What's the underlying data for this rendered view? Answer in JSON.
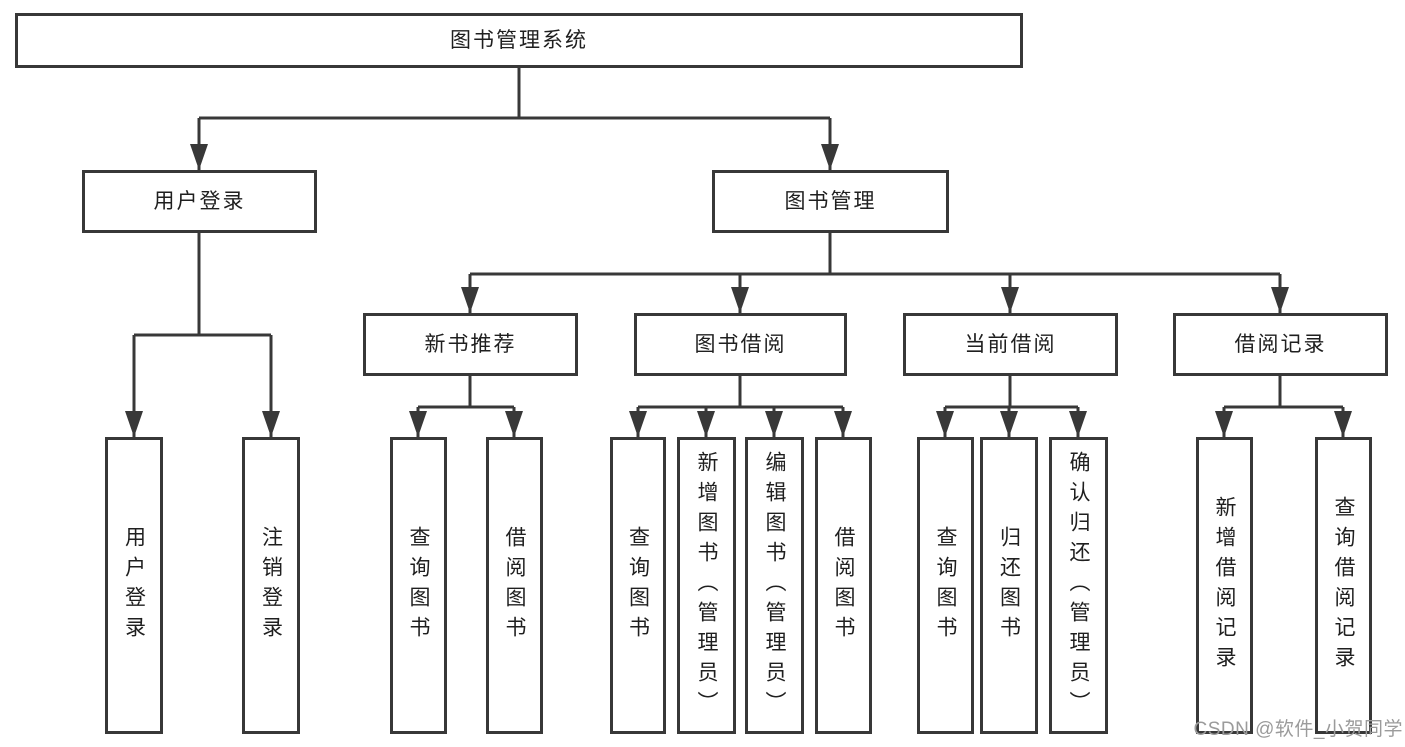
{
  "tree": {
    "label": "图书管理系统",
    "children": [
      {
        "label": "用户登录",
        "children": [
          {
            "label": "用户登录"
          },
          {
            "label": "注销登录"
          }
        ]
      },
      {
        "label": "图书管理",
        "children": [
          {
            "label": "新书推荐",
            "children": [
              {
                "label": "查询图书"
              },
              {
                "label": "借阅图书"
              }
            ]
          },
          {
            "label": "图书借阅",
            "children": [
              {
                "label": "查询图书"
              },
              {
                "label": "新增图书（管理员）"
              },
              {
                "label": "编辑图书（管理员）"
              },
              {
                "label": "借阅图书"
              }
            ]
          },
          {
            "label": "当前借阅",
            "children": [
              {
                "label": "查询图书"
              },
              {
                "label": "归还图书"
              },
              {
                "label": "确认归还（管理员）"
              }
            ]
          },
          {
            "label": "借阅记录",
            "children": [
              {
                "label": "新增借阅记录"
              },
              {
                "label": "查询借阅记录"
              }
            ]
          }
        ]
      }
    ]
  },
  "watermark": {
    "text": "CSDN @软件_小贺同学"
  },
  "colors": {
    "background": "#ffffff",
    "line": "#383838",
    "box_border": "#383838",
    "text": "#1f1f1f",
    "watermark": "#9b9b9b"
  }
}
